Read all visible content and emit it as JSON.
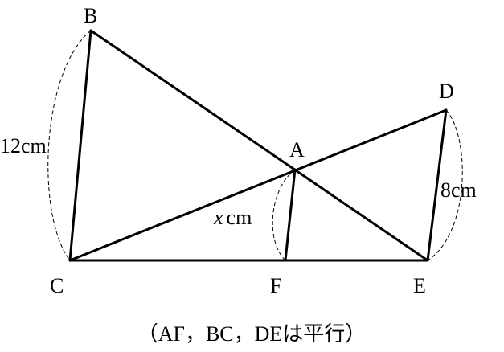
{
  "points": {
    "A": "A",
    "B": "B",
    "C": "C",
    "D": "D",
    "E": "E",
    "F": "F"
  },
  "lengths": {
    "BC": "12cm",
    "DE": "8cm",
    "AF_var": "x",
    "AF_unit": "cm"
  },
  "caption": "（AF，BC，DEは平行）"
}
